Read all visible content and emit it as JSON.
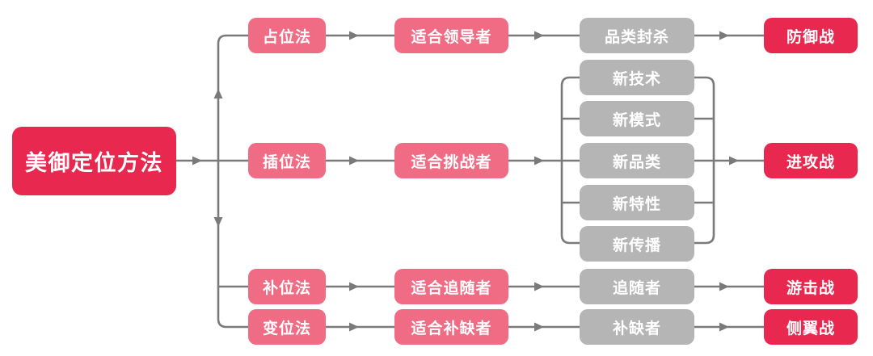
{
  "diagram": {
    "root_label": "美御定位方法",
    "branches": [
      {
        "method": "占位法",
        "fit": "适合领导者",
        "tactics": [
          "品类封杀"
        ],
        "result": "防御战"
      },
      {
        "method": "插位法",
        "fit": "适合挑战者",
        "tactics": [
          "新技术",
          "新模式",
          "新品类",
          "新特性",
          "新传播"
        ],
        "result": "进攻战"
      },
      {
        "method": "补位法",
        "fit": "适合追随者",
        "tactics": [
          "追随者"
        ],
        "result": "游击战"
      },
      {
        "method": "变位法",
        "fit": "适合补缺者",
        "tactics": [
          "补缺者"
        ],
        "result": "侧翼战"
      }
    ]
  },
  "colors": {
    "red": "#e8284e",
    "pink": "#f06c84",
    "gray": "#b5b5b5",
    "line": "#7a7a7a",
    "node_text": "#ffffff",
    "background": "#ffffff"
  }
}
